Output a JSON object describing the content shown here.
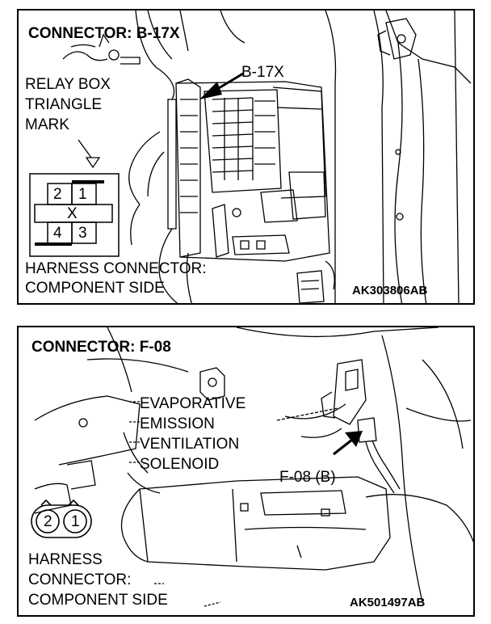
{
  "top": {
    "title": "CONNECTOR: B-17X",
    "callout": "B-17X",
    "relay_lines": [
      "RELAY BOX",
      "TRIANGLE",
      "MARK"
    ],
    "pins": [
      "2",
      "1",
      "X",
      "4",
      "3"
    ],
    "harness_lines": [
      "HARNESS CONNECTOR:",
      "COMPONENT SIDE"
    ],
    "code": "AK303806AB"
  },
  "bottom": {
    "title": "CONNECTOR: F-08",
    "component_lines": [
      "EVAPORATIVE",
      "EMISSION",
      "VENTILATION",
      "SOLENOID"
    ],
    "callout": "F-08 (B)",
    "pins": [
      "2",
      "1"
    ],
    "harness_lines": [
      "HARNESS",
      "CONNECTOR:",
      "COMPONENT SIDE"
    ],
    "code": "AK501497AB"
  }
}
